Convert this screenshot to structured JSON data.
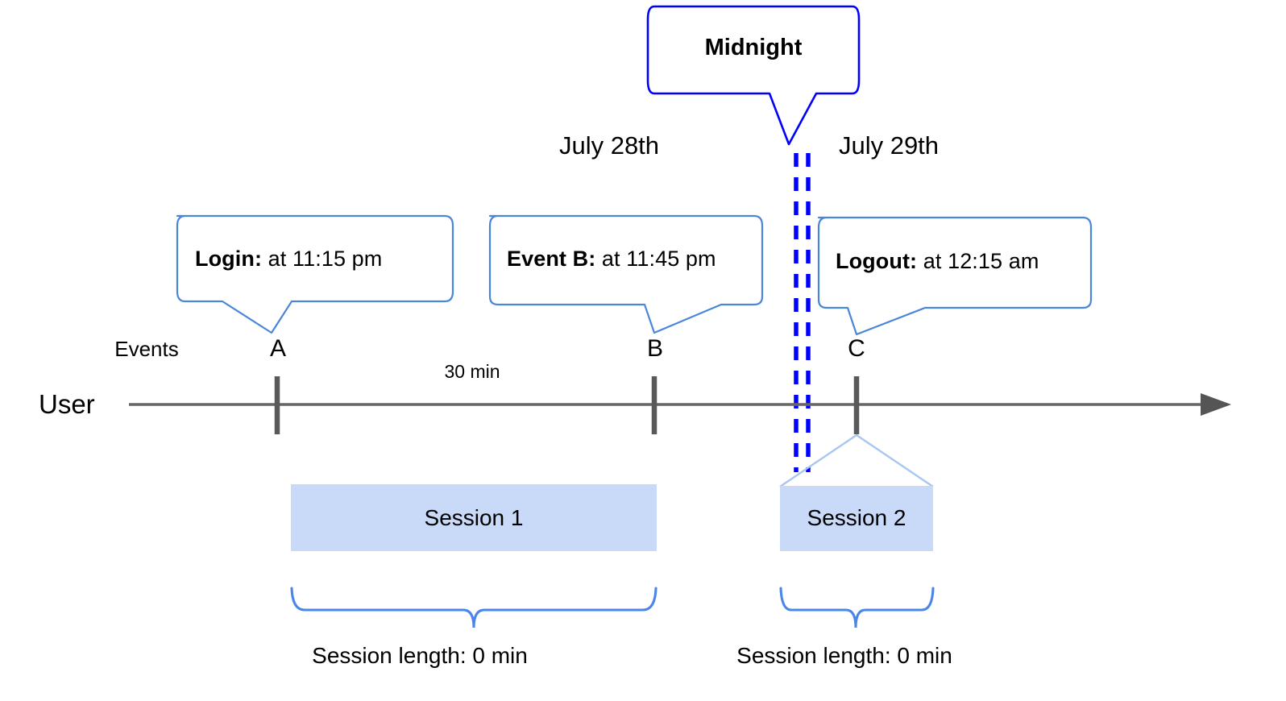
{
  "diagram": {
    "title_callout": {
      "label": "Midnight"
    },
    "dates": [
      {
        "label": "July 28th"
      },
      {
        "label": "July 29th"
      }
    ],
    "callouts": [
      {
        "bold": "Login:",
        "rest": " at 11:15 pm"
      },
      {
        "bold": "Event B:",
        "rest": " at 11:45 pm"
      },
      {
        "bold": "Logout:",
        "rest": " at 12:15 am"
      }
    ],
    "lanes": {
      "events_label": "Events",
      "user_label": "User"
    },
    "events": [
      {
        "letter": "A"
      },
      {
        "letter": "B"
      },
      {
        "letter": "C"
      }
    ],
    "gap_label": "30 min",
    "sessions": [
      {
        "label": "Session 1",
        "length_label": "Session length: 0 min"
      },
      {
        "label": "Session 2",
        "length_label": "Session length: 0 min"
      }
    ],
    "colors": {
      "midnight_line": "#0000ff",
      "callout_border": "#4a86d8",
      "session_fill": "#c9daf8",
      "axis": "#666666",
      "text": "#000000"
    }
  }
}
